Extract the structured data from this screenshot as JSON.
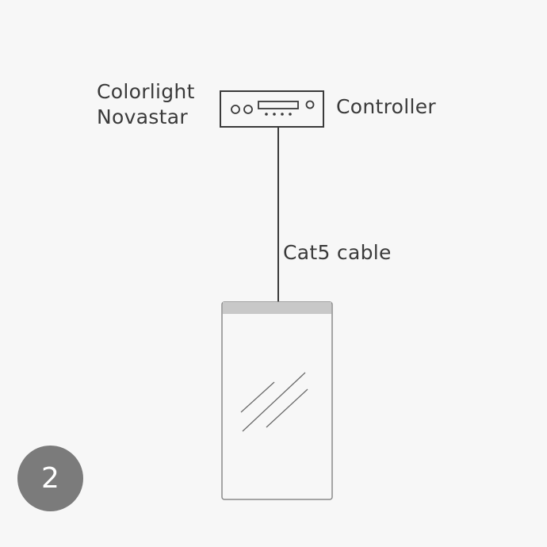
{
  "brand": {
    "line1": "Colorlight",
    "line2": "Novastar"
  },
  "controller": {
    "label": "Controller"
  },
  "cable": {
    "label": "Cat5 cable"
  },
  "step": {
    "number": "2"
  },
  "colors": {
    "background": "#f7f7f7",
    "stroke": "#3a3a3a",
    "panel_top_bar": "#c8c8c8",
    "panel_border": "#8a8a8a",
    "badge": "#7b7b7b"
  }
}
